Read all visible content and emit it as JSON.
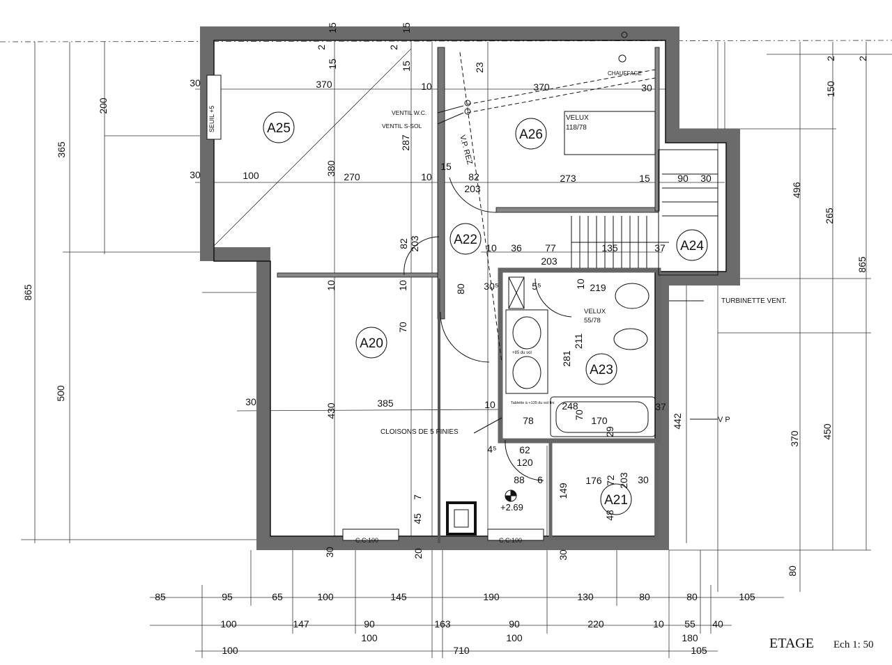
{
  "title": "ETAGE",
  "scale": "Ech 1: 50",
  "rooms": [
    "A25",
    "A26",
    "A22",
    "A24",
    "A20",
    "A23",
    "A21"
  ],
  "notes": {
    "chauffage": "CHAUFFAGE",
    "seuil": "SEUIL +5",
    "ventil_wc": "VENTIL W.C.",
    "ventil_ssol": "VENTIL S-SOL",
    "vp_rez": "V.P. REZ",
    "velux_a26": "VELUX",
    "velux_a26_size": "118/78",
    "velux_a23": "VELUX",
    "velux_a23_size": "55/78",
    "turbinette": "TURBINETTE VENT.",
    "plus85": "+85 du sol",
    "tablette": "Tablette à +135 du sol fini",
    "cloisons": "CLOISONS DE 5 FINIES",
    "vp": "V P",
    "level": "+2.69",
    "cc1": "C.C:100",
    "cc2": "C.C:100"
  },
  "dims": [
    "15",
    "2",
    "15",
    "2",
    "15",
    "15",
    "23",
    "30",
    "370",
    "10",
    "370",
    "30",
    "200",
    "365",
    "287",
    "150",
    "2",
    "2",
    "30",
    "100",
    "380",
    "270",
    "10",
    "15",
    "82",
    "203",
    "273",
    "15",
    "90",
    "30",
    "496",
    "265",
    "82",
    "203",
    "10",
    "36",
    "77",
    "203",
    "135",
    "37",
    "865",
    "10",
    "10",
    "80",
    "30⁵",
    "5⁵",
    "10",
    "219",
    "865",
    "70",
    "211",
    "281",
    "500",
    "30",
    "430",
    "385",
    "10",
    "248",
    "70",
    "37",
    "78",
    "170",
    "442",
    "29",
    "370",
    "450",
    "4⁵",
    "62",
    "120",
    "88",
    "6",
    "176",
    "72",
    "203",
    "30",
    "149",
    "48",
    "7",
    "45",
    "30",
    "20",
    "30",
    "80",
    "85",
    "95",
    "65",
    "100",
    "145",
    "190",
    "130",
    "80",
    "80",
    "105",
    "100",
    "147",
    "90",
    "163",
    "90",
    "220",
    "10",
    "55",
    "40",
    "100",
    "100",
    "180",
    "100",
    "710",
    "105"
  ]
}
